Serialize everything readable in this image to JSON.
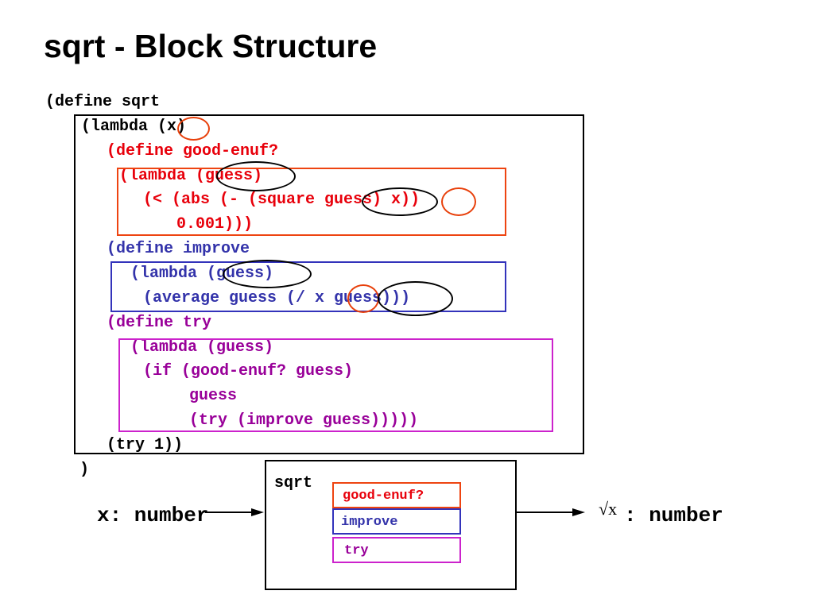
{
  "slide": {
    "title": "sqrt - Block Structure"
  },
  "code": {
    "line01": "(define sqrt",
    "line02": "(lambda (x)",
    "line03": "(define good-enuf?",
    "line04": "(lambda (guess)",
    "line05": "(< (abs (- (square guess) x))",
    "line06": "0.001)))",
    "line07": "(define improve",
    "line08": "(lambda (guess)",
    "line09": "(average guess (/ x guess)))",
    "line10": "(define try",
    "line11": "(lambda (guess)",
    "line12": "(if (good-enuf? guess)",
    "line13": "guess",
    "line14": "(try (improve guess)))))",
    "line15": "(try 1))",
    "line16": ")"
  },
  "diagram": {
    "box_title": "sqrt",
    "inner_labels": [
      "good-enuf?",
      "improve",
      "try"
    ],
    "input_label": "x: number",
    "output_sqrt_symbol": "√x",
    "output_label": ": number"
  },
  "colors": {
    "good_enuf": "#e8000b",
    "improve": "#3333aa",
    "try": "#990099",
    "good_enuf_box": "#ee4411",
    "improve_box": "#3333bb",
    "try_box": "#cc22cc",
    "x_circle": "#e8400b",
    "guess_circle": "#000000"
  }
}
